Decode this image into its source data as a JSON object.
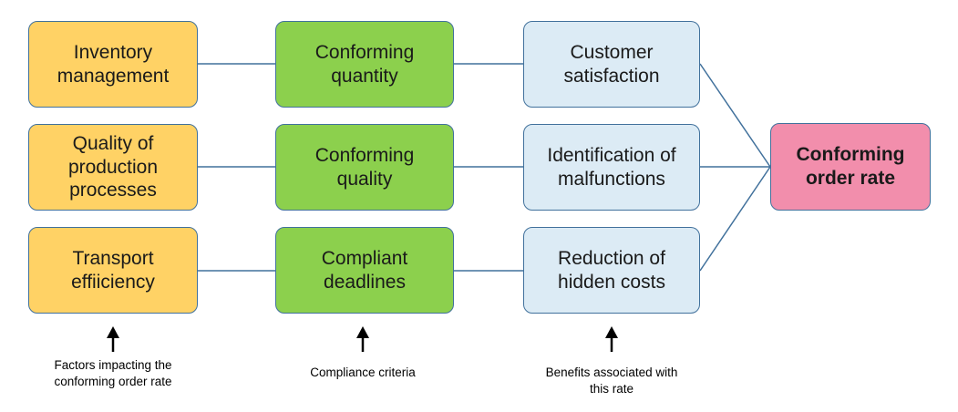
{
  "colors": {
    "factor_fill": "#ffd265",
    "criteria_fill": "#8cd04d",
    "benefit_fill": "#dcebf5",
    "target_fill": "#f28eac",
    "border": "#41719c",
    "connector": "#41719c"
  },
  "factors": [
    "Inventory\nmanagement",
    "Quality of\nproduction\nprocesses",
    "Transport\neffiiciency"
  ],
  "criteria": [
    "Conforming\nquantity",
    "Conforming\nquality",
    "Compliant\ndeadlines"
  ],
  "benefits": [
    "Customer\nsatisfaction",
    "Identification of\nmalfunctions",
    "Reduction of\nhidden costs"
  ],
  "target": "Conforming\norder rate",
  "notes": {
    "factors": "Factors impacting the\nconforming order rate",
    "criteria": "Compliance criteria",
    "benefits": "Benefits associated with\nthis rate"
  }
}
